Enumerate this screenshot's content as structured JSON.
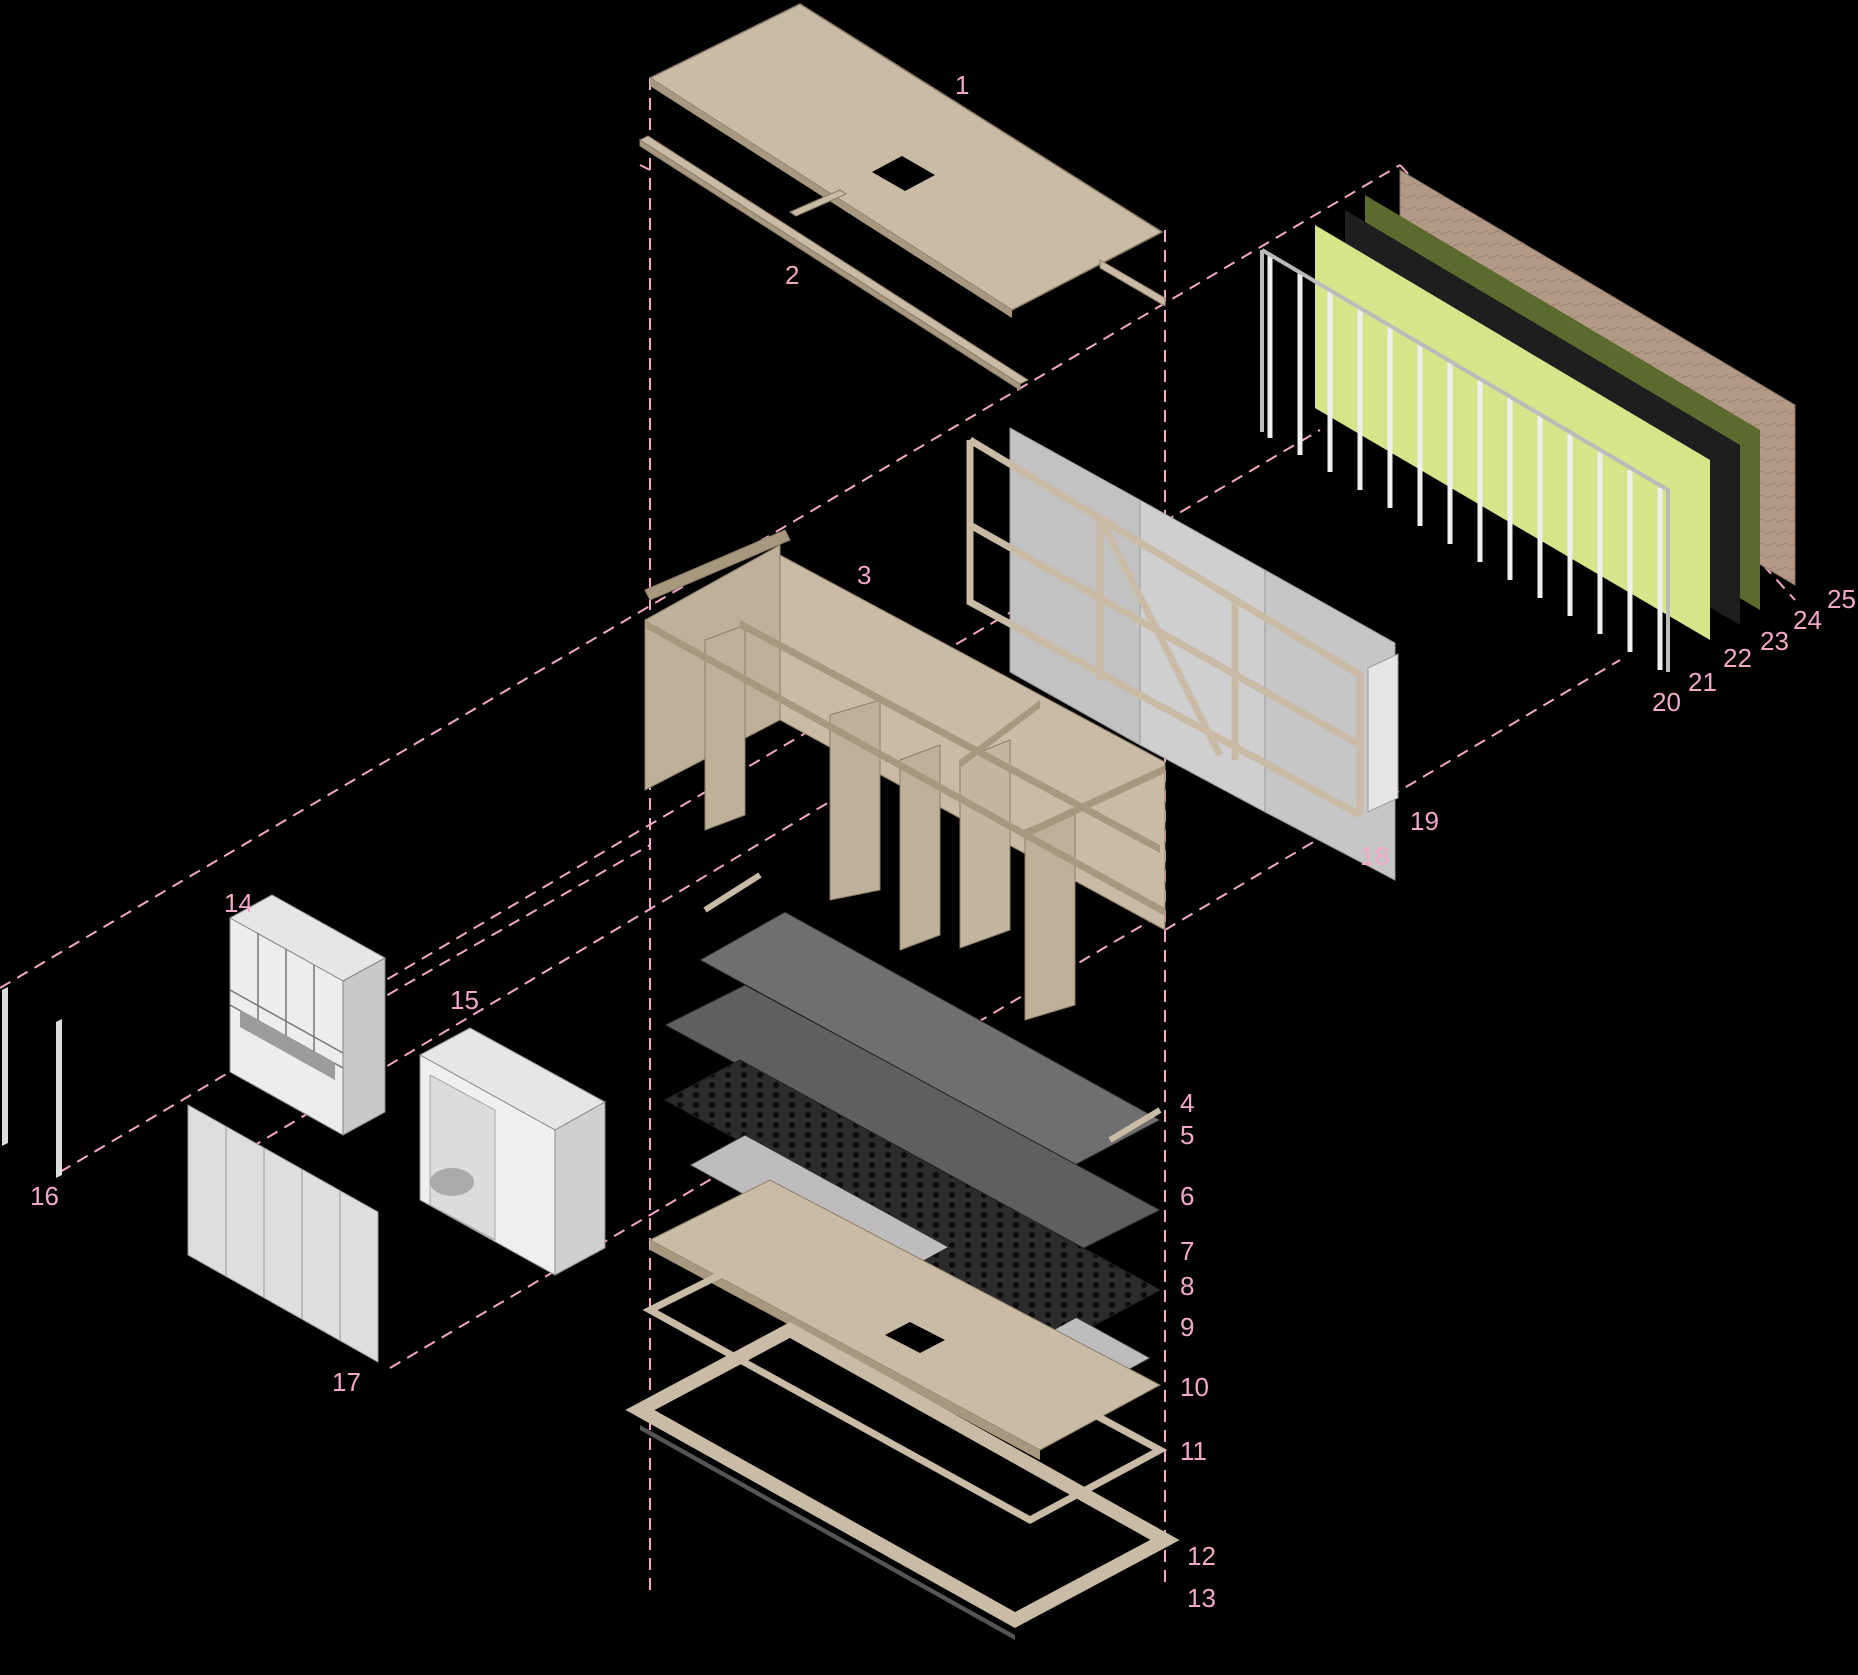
{
  "diagram": {
    "type": "exploded-axonometric",
    "colors": {
      "background": "#000000",
      "leader": "#f2a9c9",
      "plywood": "#c9bba6",
      "plywood_dark": "#a8987f",
      "membrane": "#6f6f6f",
      "grey_panel": "#cfcfcf",
      "insulation_yellow": "#d7e48a",
      "moss": "#5b6a2d",
      "black_layer": "#1e1e1e",
      "cladding": "#b39a87",
      "frame": "#c9bba6"
    },
    "labels": [
      "1",
      "2",
      "3",
      "4",
      "5",
      "6",
      "7",
      "8",
      "9",
      "10",
      "11",
      "12",
      "13",
      "14",
      "15",
      "16",
      "17",
      "18",
      "19",
      "20",
      "21",
      "22",
      "23",
      "24",
      "25"
    ]
  }
}
